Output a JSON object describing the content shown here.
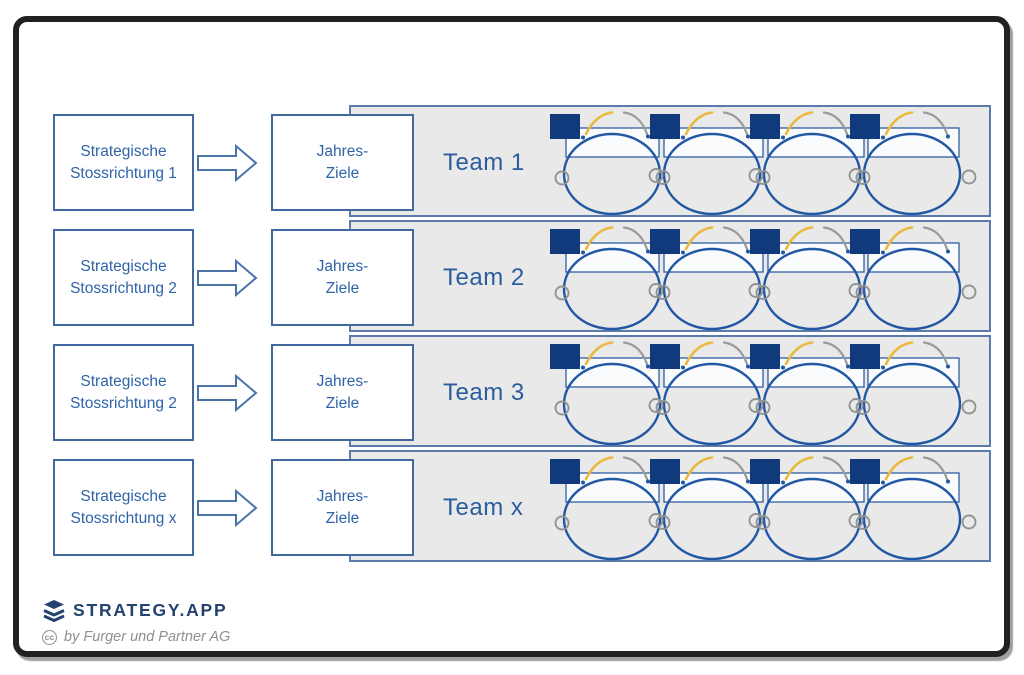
{
  "rows": [
    {
      "strategy_line1": "Strategische",
      "strategy_line2": "Stossrichtung 1",
      "goal_line1": "Jahres-",
      "goal_line2": "Ziele",
      "team": "Team 1"
    },
    {
      "strategy_line1": "Strategische",
      "strategy_line2": "Stossrichtung 2",
      "goal_line1": "Jahres-",
      "goal_line2": "Ziele",
      "team": "Team 2"
    },
    {
      "strategy_line1": "Strategische",
      "strategy_line2": "Stossrichtung 2",
      "goal_line1": "Jahres-",
      "goal_line2": "Ziele",
      "team": "Team 3"
    },
    {
      "strategy_line1": "Strategische",
      "strategy_line2": "Stossrichtung x",
      "goal_line1": "Jahres-",
      "goal_line2": "Ziele",
      "team": "Team x"
    }
  ],
  "loops_per_team": 4,
  "footer": {
    "brand": "STRATEGY.APP",
    "cc": "cc",
    "attribution": "by Furger und Partner AG"
  },
  "colors": {
    "text_blue": "#2f63a8",
    "box_border": "#41699f",
    "panel_fill": "#e9e9ea",
    "panel_border": "#5b7cab",
    "navy_square": "#113a7d",
    "circle_blue": "#2257a4",
    "band_fill": "#fafbfd",
    "band_border": "#2e5fa3",
    "arc_yellow": "#eab93d",
    "arc_gray": "#9b9b9b",
    "ring_gray": "#939393",
    "brand_navy": "#24426f",
    "frame_black": "#212121"
  }
}
